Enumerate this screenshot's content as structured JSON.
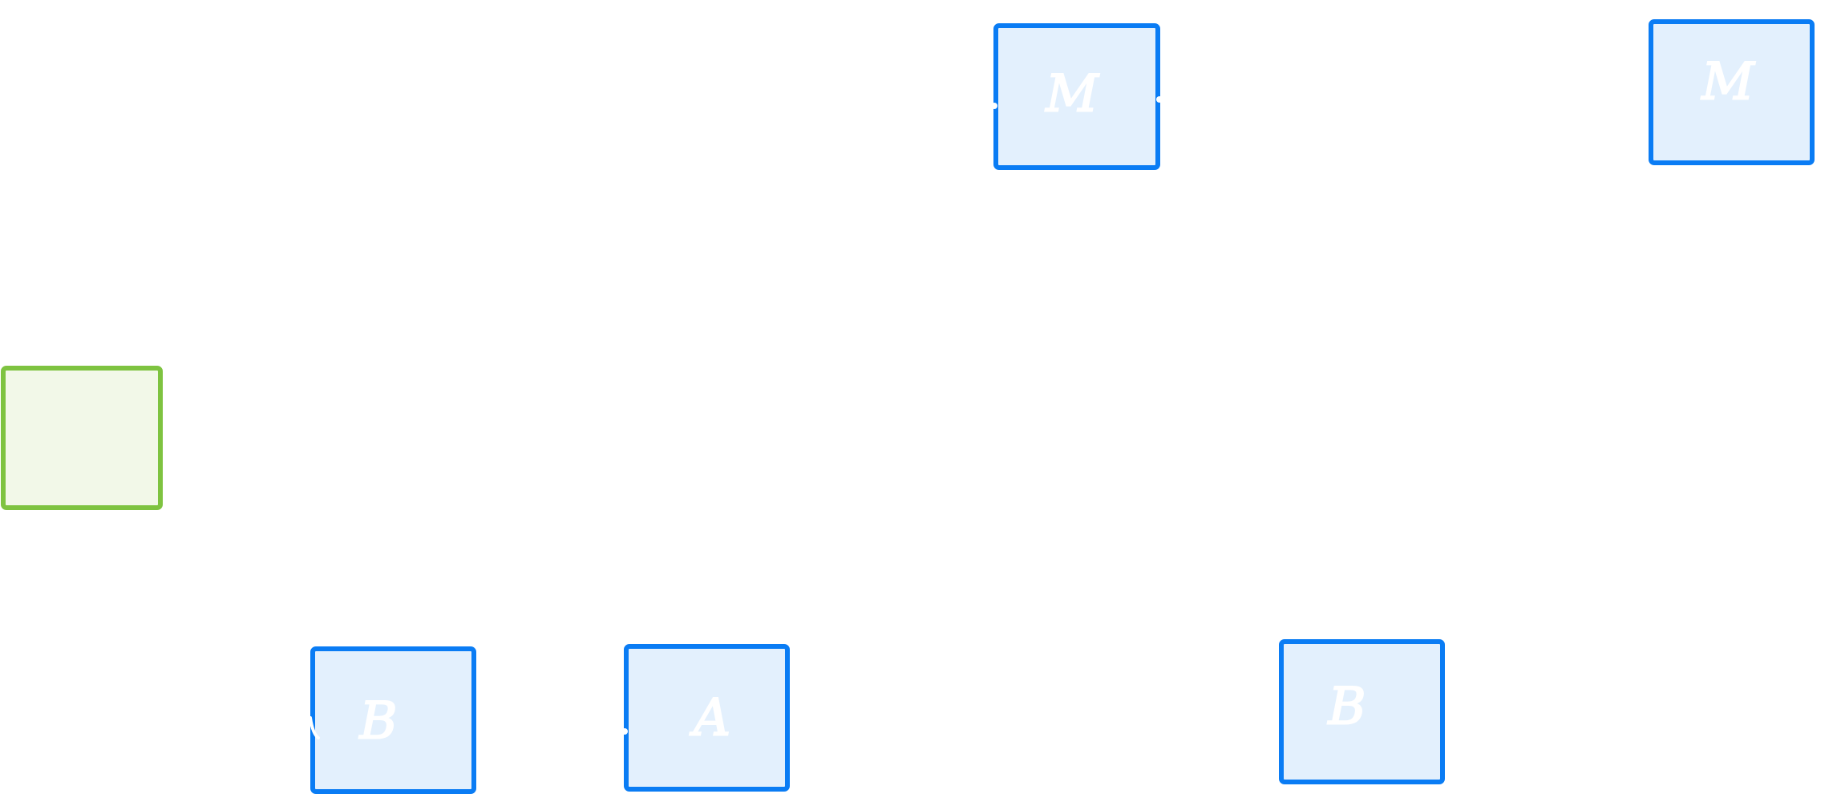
{
  "diagram": {
    "colors": {
      "background": "#ffffff",
      "blue_stroke": "#0a7cf4",
      "blue_fill": "#e3f0fd",
      "green_stroke": "#7ec340",
      "green_fill": "#f2f8e8",
      "label": "#ffffff"
    },
    "nodes": [
      {
        "id": "m-top-center",
        "label": "M",
        "style": "blue"
      },
      {
        "id": "m-top-right",
        "label": "M",
        "style": "blue"
      },
      {
        "id": "green-left",
        "label": "",
        "style": "green"
      },
      {
        "id": "b-bottom-left",
        "label": "B",
        "style": "blue"
      },
      {
        "id": "a-bottom-center",
        "label": "A",
        "style": "blue"
      },
      {
        "id": "b-bottom-right",
        "label": "B",
        "style": "blue"
      }
    ]
  }
}
